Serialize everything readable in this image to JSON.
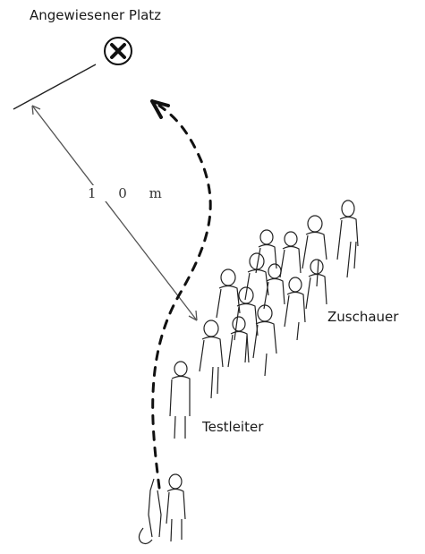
{
  "labels": {
    "target_place": "Angewiesener Platz",
    "distance": "1 0 m",
    "spectators": "Zuschauer",
    "test_leader": "Testleiter"
  },
  "icons": {
    "target": "x-circle-icon"
  },
  "colors": {
    "ink": "#1a1a1a",
    "background": "#ffffff"
  }
}
